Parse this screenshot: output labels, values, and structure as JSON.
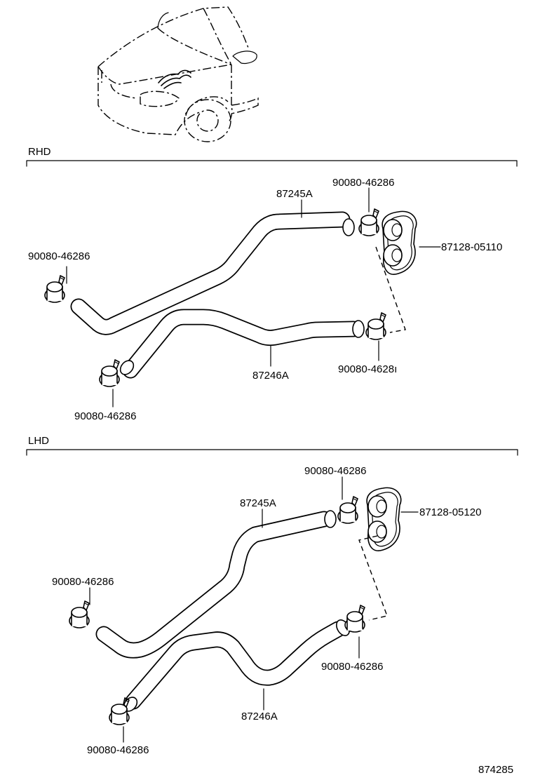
{
  "sections": {
    "rhd": {
      "title": "RHD",
      "hose_upper": "87245A",
      "hose_lower": "87246A",
      "grommet": "87128-05110",
      "clamp_top": "90080-46286",
      "clamp_left": "90080-46286",
      "clamp_right": "90080-4628ı",
      "clamp_bottom": "90080-46286"
    },
    "lhd": {
      "title": "LHD",
      "hose_upper": "87245A",
      "hose_lower": "87246A",
      "grommet": "87128-05120",
      "clamp_top": "90080-46286",
      "clamp_left": "90080-46286",
      "clamp_right": "90080-46286",
      "clamp_bottom": "90080-46286"
    }
  },
  "illustration_number": "874285"
}
